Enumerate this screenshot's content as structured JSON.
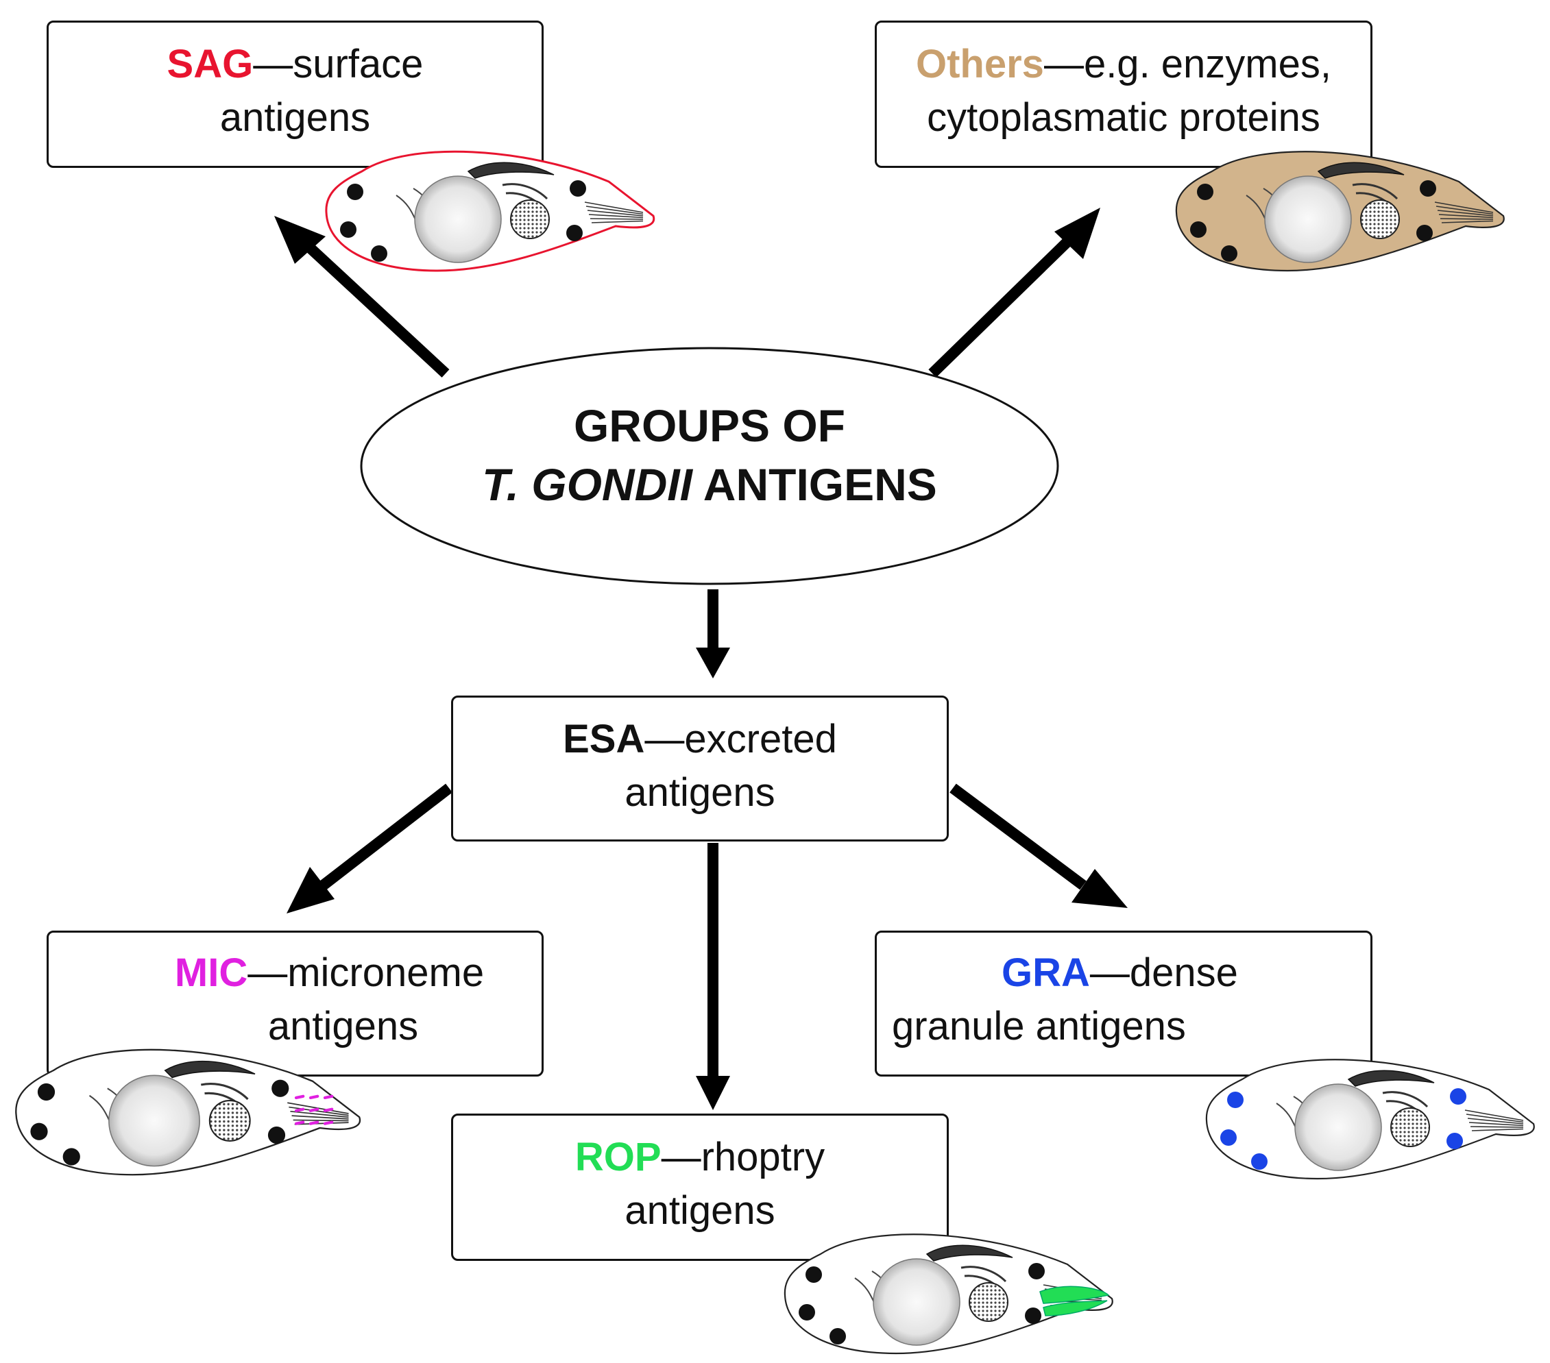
{
  "center": {
    "line1": "GROUPS OF",
    "line2_italic": "T. GONDII",
    "line2_rest": " ANTIGENS"
  },
  "groups": {
    "sag": {
      "acronym": "SAG",
      "rest": "—surface",
      "line2": "antigens",
      "color": "#e8142f"
    },
    "others": {
      "acronym": "Others",
      "rest": "—e.g. enzymes,",
      "line2": "cytoplasmatic proteins",
      "color": "#c9a06e"
    },
    "esa": {
      "acronym": "ESA",
      "rest": "—excreted",
      "line2": "antigens",
      "color": "#111111"
    },
    "mic": {
      "acronym": "MIC",
      "rest": "—microneme",
      "line2": "antigens",
      "color": "#e020e0"
    },
    "rop": {
      "acronym": "ROP",
      "rest": "—rhoptry",
      "line2": "antigens",
      "color": "#22dd55"
    },
    "gra": {
      "acronym": "GRA",
      "rest": "—dense",
      "line2": "granule antigens",
      "color": "#1a44e6"
    }
  },
  "colors": {
    "others_cell_fill": "#d2b48c",
    "gra_granules": "#1a44e6",
    "mic_micronemes": "#e020e0",
    "rop_rhoptries": "#22dd55",
    "sag_outline": "#e8142f"
  }
}
